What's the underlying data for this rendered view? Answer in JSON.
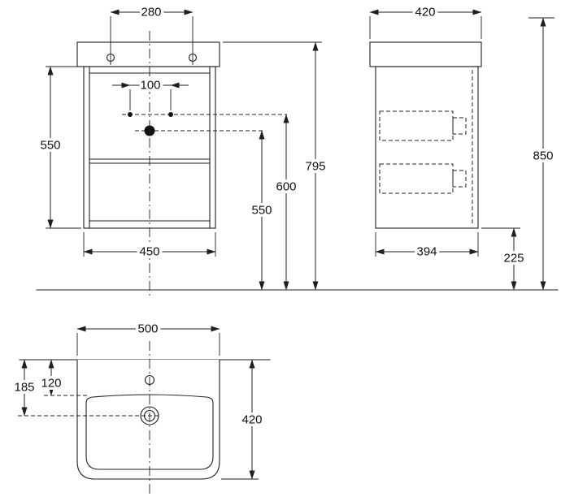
{
  "colors": {
    "line": "#1f1f1f",
    "background": "#ffffff"
  },
  "dims": {
    "front": {
      "tap_holes_spacing": "280",
      "fixing_spacing": "100",
      "cabinet_height": "550",
      "cabinet_width": "450",
      "drain_height": "550",
      "fixing_height": "600",
      "overall_height": "795"
    },
    "side": {
      "overall_depth": "420",
      "cabinet_depth": "394",
      "floor_clearance": "225",
      "overall_height": "850"
    },
    "plan": {
      "basin_width": "500",
      "drain_setback": "185",
      "bowl_setback": "120",
      "basin_depth": "420"
    }
  }
}
